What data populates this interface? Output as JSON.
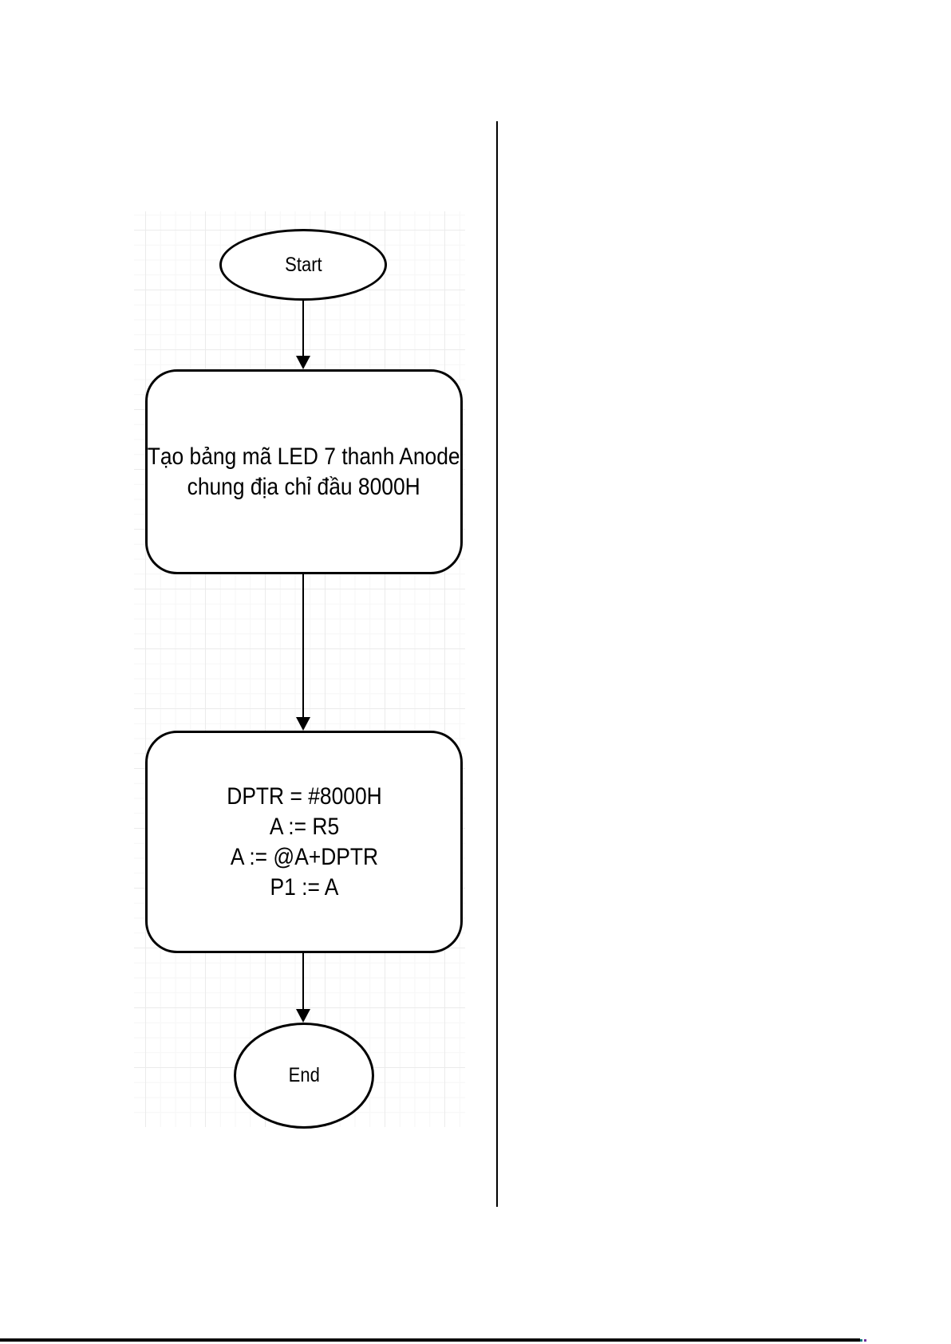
{
  "flowchart": {
    "start": {
      "label": "Start"
    },
    "process1": {
      "lines": [
        "Tạo bảng mã LED 7 thanh Anode",
        "chung địa chỉ đầu 8000H"
      ]
    },
    "process2": {
      "lines": [
        "DPTR = #8000H",
        "A := R5",
        "A := @A+DPTR",
        "P1 := A"
      ]
    },
    "end": {
      "label": "End"
    }
  },
  "colors": {
    "shape_stroke": "#000000",
    "shape_fill": "#ffffff",
    "text": "#000000",
    "grid_major": "#ebebeb",
    "grid_minor": "#f6f6f6",
    "divider_line": "#000000",
    "footer_line": "#000000",
    "artifact_teal": "#0e7a7a",
    "artifact_purple": "#7030a0"
  }
}
